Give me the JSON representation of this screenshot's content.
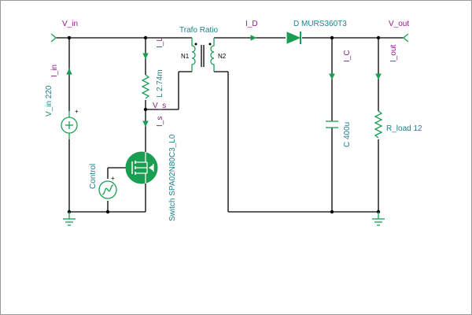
{
  "nodes": {
    "v_in": "V_in",
    "v_out": "V_out",
    "v_s": "V_s"
  },
  "components": {
    "source": "V_in 220",
    "inductor": "L 2.74m",
    "switch": "Switch SPA02N80C3_L0",
    "control": "Control",
    "transformer": "Trafo Ratio",
    "winding1": "N1",
    "winding2": "N2",
    "diode": "D MURS360T3",
    "capacitor": "C 400u",
    "load": "R_load 12"
  },
  "meters": {
    "i_in": "I_in",
    "i_l": "I_L",
    "i_s": "I_s",
    "i_d": "I_D",
    "i_c": "I_C",
    "i_out": "I_out"
  },
  "symbols": {
    "plus": "+"
  },
  "colors": {
    "component": "#1a9e52",
    "node_label": "#8b1a8b",
    "component_label": "#1e7f8a",
    "wire": "#000000"
  }
}
